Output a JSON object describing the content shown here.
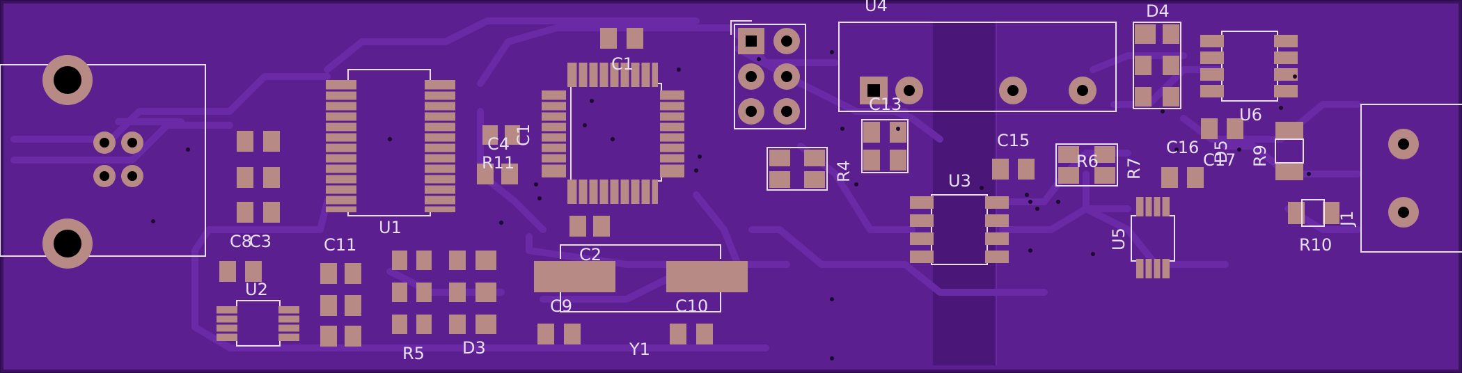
{
  "colors": {
    "background": "#2a0e4a",
    "board": "#5b1f90",
    "trace": "#6a2aa6",
    "pad": "#b88a86",
    "silk": "#e8e0f0"
  },
  "labels": {
    "u4": "U4",
    "d4": "D4",
    "c1_top": "C1",
    "c1_side": "C1",
    "c4": "C4",
    "r11": "R11",
    "c3": "C3",
    "c8": "C8",
    "u2": "U2",
    "c11": "C11",
    "u1": "U1",
    "c2": "C2",
    "c9": "C9",
    "c10": "C10",
    "y1": "Y1",
    "r5": "R5",
    "d3": "D3",
    "r4": "R4",
    "c13": "C13",
    "u3": "U3",
    "c15": "C15",
    "r6": "R6",
    "r7": "R7",
    "u5": "U5",
    "u6": "U6",
    "c16": "C16",
    "c17": "C17",
    "d5": "D5",
    "r9": "R9",
    "r10": "R10",
    "j1": "J1"
  }
}
